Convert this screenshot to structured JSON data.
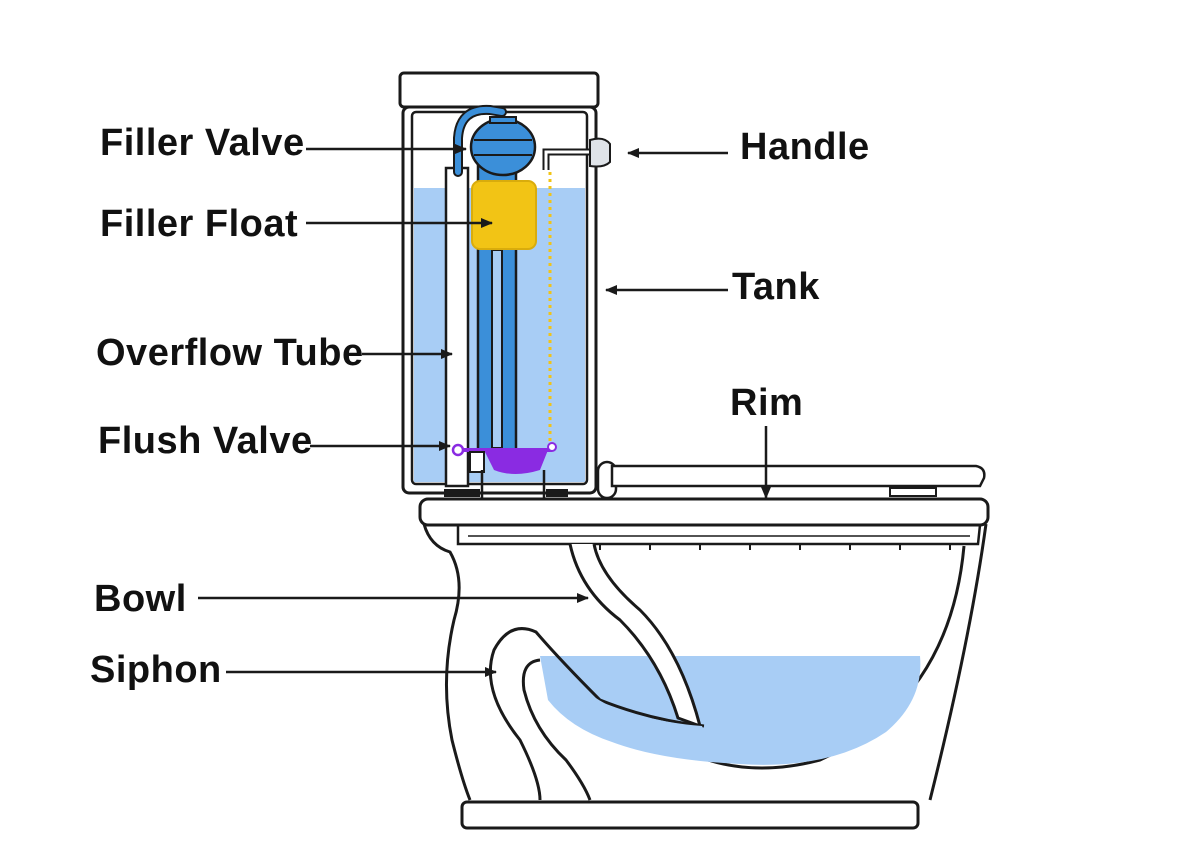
{
  "labels": {
    "filler_valve": "Filler Valve",
    "filler_float": "Filler Float",
    "overflow_tube": "Overflow Tube",
    "flush_valve": "Flush Valve",
    "bowl": "Bowl",
    "siphon": "Siphon",
    "handle": "Handle",
    "tank": "Tank",
    "rim": "Rim"
  },
  "colors": {
    "water": "#a8cdf5",
    "filler_valve": "#3b8fd9",
    "filler_float": "#f2c415",
    "flapper": "#8a2be2",
    "chain": "#f2c415",
    "outline": "#1a1a1a"
  }
}
